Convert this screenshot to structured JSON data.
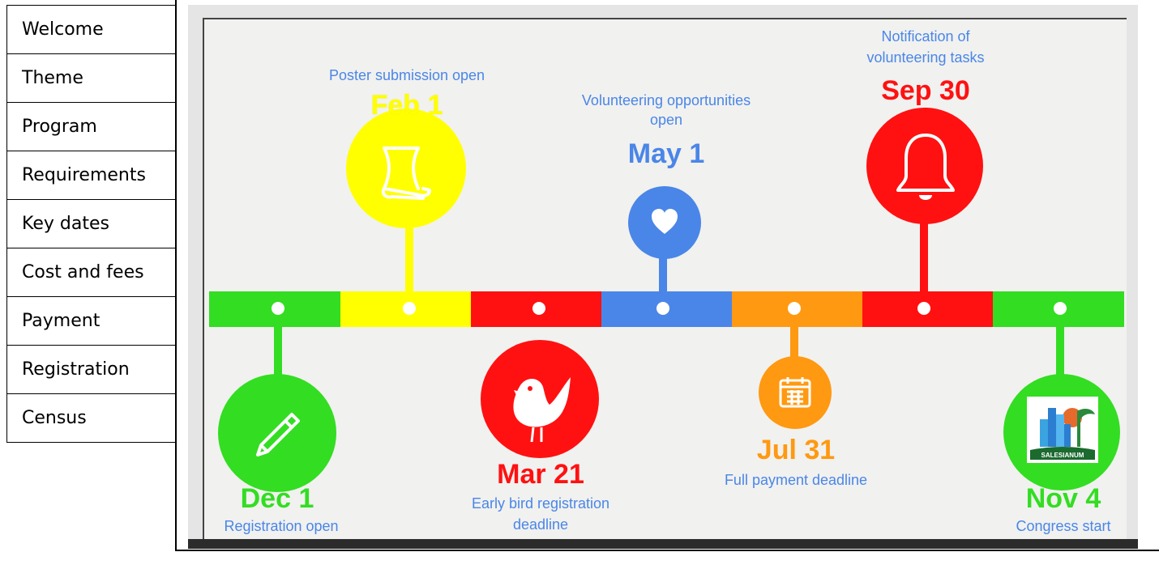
{
  "nav": {
    "items": [
      "Welcome",
      "Theme",
      "Program",
      "Requirements",
      "Key dates",
      "Cost and fees",
      "Payment",
      "Registration",
      "Census"
    ]
  },
  "timeline": {
    "colors": {
      "green": "#33dd22",
      "yellow": "#ffff00",
      "red": "#ff1111",
      "blue": "#4a86e8",
      "orange": "#ff9911",
      "label_blue": "#4a86e8"
    },
    "events": {
      "dec1": {
        "date": "Dec 1",
        "label": "Registration open"
      },
      "feb1": {
        "date": "Feb 1",
        "label": "Poster submission open"
      },
      "mar21": {
        "date": "Mar 21",
        "label1": "Early bird registration",
        "label2": "deadline"
      },
      "may1": {
        "date": "May 1",
        "label1": "Volunteering opportunities",
        "label2": "open"
      },
      "jul31": {
        "date": "Jul 31",
        "label": "Full payment deadline"
      },
      "sep30": {
        "date": "Sep 30",
        "label1": "Notification of",
        "label2": "volunteering tasks"
      },
      "nov4": {
        "date": "Nov 4",
        "label": "Congress start",
        "logo_text": "SALESIANUM"
      }
    },
    "icons": {
      "dec1": "pencil-icon",
      "feb1": "scroll-icon",
      "mar21": "bird-icon",
      "may1": "heart-icon",
      "jul31": "calendar-icon",
      "sep30": "bell-icon",
      "nov4": "salesianum-logo-icon"
    }
  }
}
